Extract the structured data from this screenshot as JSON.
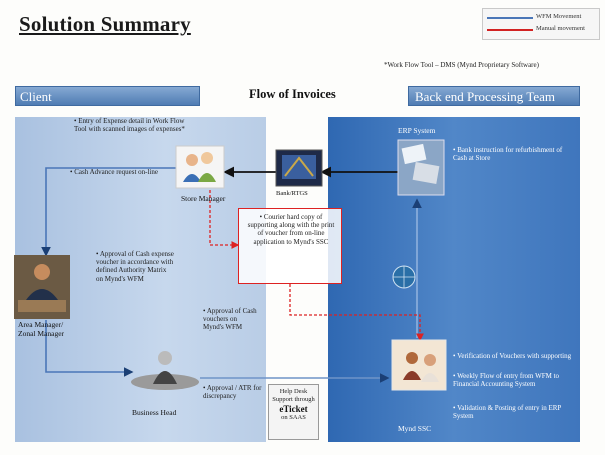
{
  "title": "Solution Summary",
  "legend": {
    "wfm": "WFM Movement",
    "manual": "Manual movement",
    "wfm_color": "#4a76b8",
    "manual_color": "#d22222"
  },
  "subtitle": "*Work Flow Tool – DMS (Mynd Proprietary Software)",
  "bands": {
    "client": "Client",
    "backend": "Back end Processing Team"
  },
  "flow_title": "Flow of Invoices",
  "client_notes": {
    "entry": "• Entry of Expense detail in Work Flow Tool with scanned images of expenses*",
    "cash_advance": "• Cash Advance request on-line",
    "approval_cash": "• Approval of Cash expense voucher in accordance with defined Authority Matrix on Mynd's WFM",
    "approval_vouchers": "• Approval of Cash vouchers on Mynd's WFM",
    "approval_atr": "• Approval / ATR for discrepancy"
  },
  "actors": {
    "store_manager": "Store Manager",
    "bank": "Bank/RTGS",
    "area_manager": "Area Manager/ Zonal Manager",
    "business_head": "Business Head",
    "erp": "ERP System",
    "mynd_ssc": "Mynd SSC"
  },
  "courier_note": "• Courier hard copy of supporting along with the print of voucher from on-line application to Mynd's SSC",
  "backend_notes": {
    "bank_instruction": "• Bank instruction for refurbishment of Cash at Store",
    "verification": "• Verification of Vouchers with supporting",
    "weekly_flow": "• Weekly Flow of entry from WFM to Financial Accounting System",
    "validation": "• Validation & Posting of entry in ERP System"
  },
  "helpdesk": {
    "line1": "Help Desk Support through",
    "eticket": "eTicket",
    "line2": "on SAAS"
  }
}
